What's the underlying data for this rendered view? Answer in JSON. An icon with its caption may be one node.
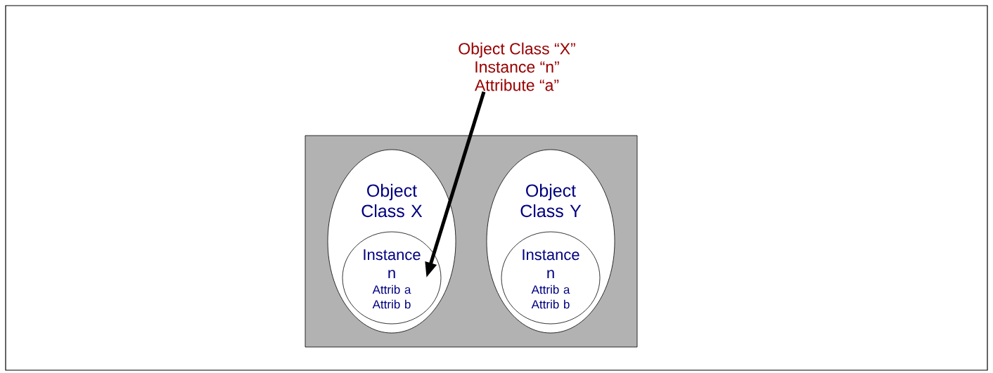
{
  "diagram": {
    "nodes": [
      {
        "text": [
          "Object Class “X”",
          "Instance “n”",
          "Attribute “a”"
        ]
      },
      {
        "text": [],
        "shape": "box"
      },
      {
        "text": [
          "Object Class X"
        ],
        "in": 1
      },
      {
        "text": [
          "Instance n",
          "Attrib a Attrib b"
        ],
        "in": 2
      },
      {
        "text": [
          "Object Class Y"
        ],
        "in": 1
      },
      {
        "text": [
          "Instance n",
          "Attrib a Attrib b"
        ],
        "in": 4
      }
    ],
    "edges": [
      {
        "from": 0,
        "to": 3,
        "arrow": "to"
      }
    ]
  }
}
